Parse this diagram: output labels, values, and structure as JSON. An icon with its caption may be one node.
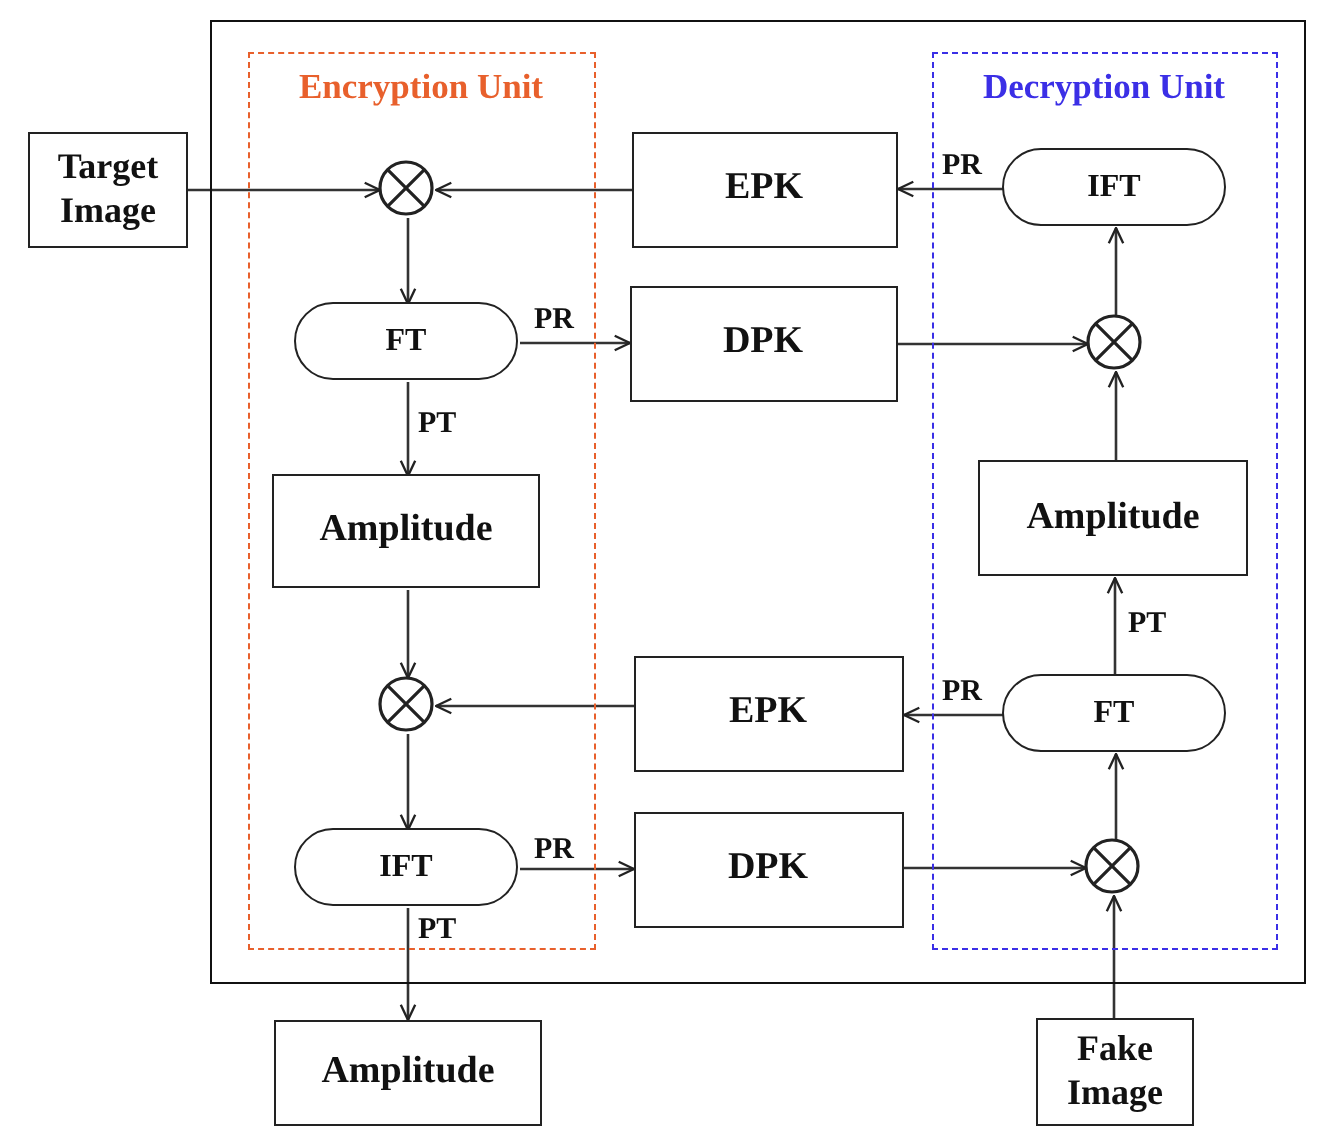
{
  "diagram": {
    "nodes": [
      {
        "text": [],
        "shape": "box"
      },
      {
        "text": [
          "Encryption Unit"
        ],
        "in": 0
      },
      {
        "text": [
          "Decryption Unit"
        ],
        "in": 0
      },
      {
        "text": [
          "Target Image"
        ]
      },
      {
        "text": [],
        "shape": "circle",
        "in": 1
      },
      {
        "text": [
          "FT"
        ],
        "in": 1
      },
      {
        "text": [
          "Amplitude"
        ],
        "in": 1
      },
      {
        "text": [],
        "shape": "circle",
        "in": 1
      },
      {
        "text": [
          "IFT"
        ],
        "in": 1
      },
      {
        "text": [
          "EPK"
        ],
        "in": 0
      },
      {
        "text": [
          "DPK"
        ],
        "in": 0
      },
      {
        "text": [
          "EPK"
        ],
        "in": 0
      },
      {
        "text": [
          "DPK"
        ],
        "in": 0
      },
      {
        "text": [
          "IFT"
        ],
        "in": 2
      },
      {
        "text": [],
        "shape": "circle",
        "in": 2
      },
      {
        "text": [
          "Amplitude"
        ],
        "in": 2
      },
      {
        "text": [
          "FT"
        ],
        "in": 2
      },
      {
        "text": [],
        "shape": "circle",
        "in": 2
      },
      {
        "text": [
          "Amplitude"
        ]
      },
      {
        "text": [
          "Fake Image"
        ]
      }
    ],
    "edges": [
      {
        "from": 3,
        "to": 4,
        "arrow": "to"
      },
      {
        "from": 9,
        "to": 4,
        "arrow": "to"
      },
      {
        "from": 4,
        "to": 5,
        "arrow": "to"
      },
      {
        "from": 5,
        "to": 10,
        "arrow": "to",
        "label": "PR"
      },
      {
        "from": 5,
        "to": 6,
        "arrow": "to",
        "label": "PT"
      },
      {
        "from": 6,
        "to": 7,
        "arrow": "to"
      },
      {
        "from": 11,
        "to": 7,
        "arrow": "to"
      },
      {
        "from": 7,
        "to": 8,
        "arrow": "to"
      },
      {
        "from": 8,
        "to": 12,
        "arrow": "to",
        "label": "PR"
      },
      {
        "from": 8,
        "to": 18,
        "arrow": "to",
        "label": "PT"
      },
      {
        "from": 13,
        "to": 9,
        "arrow": "to",
        "label": "PR"
      },
      {
        "from": 10,
        "to": 14,
        "arrow": "to"
      },
      {
        "from": 15,
        "to": 14,
        "arrow": "to"
      },
      {
        "from": 14,
        "to": 13,
        "arrow": "to"
      },
      {
        "from": 16,
        "to": 15,
        "arrow": "to",
        "label": "PT"
      },
      {
        "from": 16,
        "to": 11,
        "arrow": "to",
        "label": "PR"
      },
      {
        "from": 17,
        "to": 16,
        "arrow": "to"
      },
      {
        "from": 12,
        "to": 17,
        "arrow": "to"
      },
      {
        "from": 19,
        "to": 17,
        "arrow": "to"
      }
    ]
  }
}
